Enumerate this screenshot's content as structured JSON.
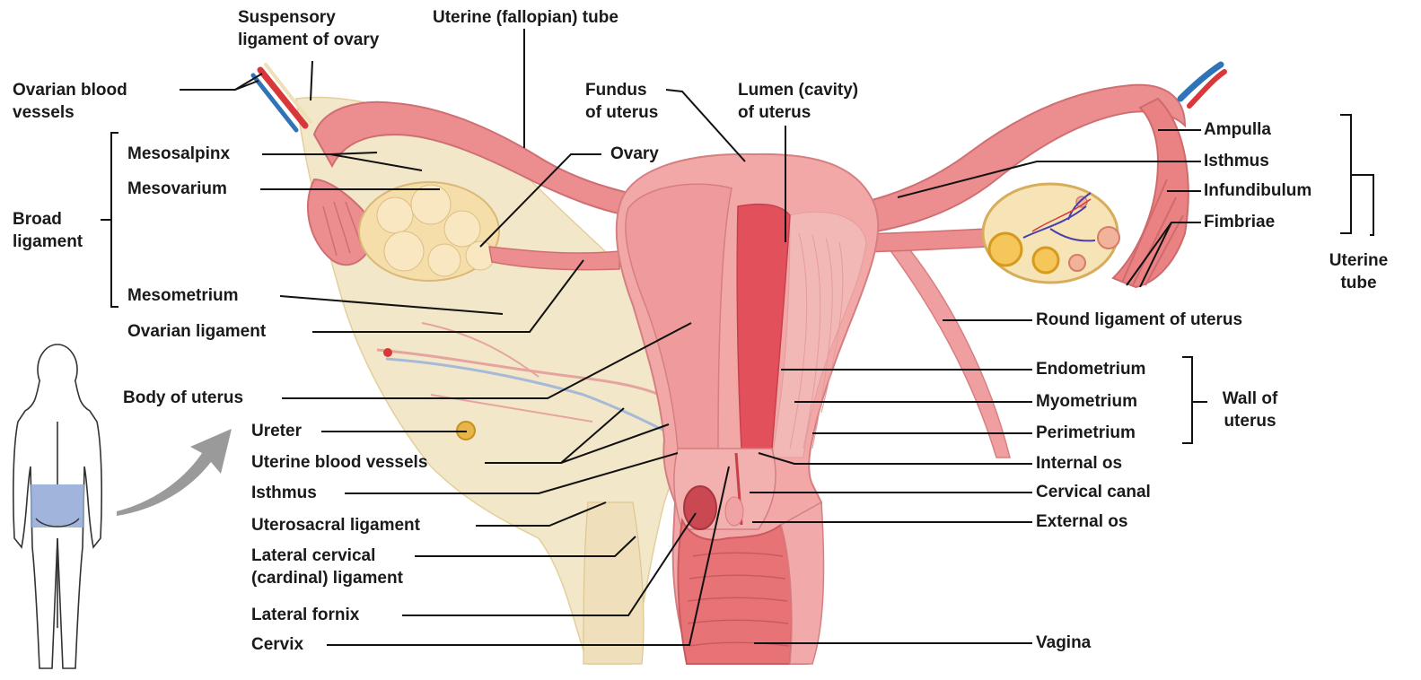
{
  "labels": {
    "suspensory_ligament": "Suspensory\nligament of ovary",
    "uterine_tube_top": "Uterine (fallopian) tube",
    "ovarian_blood_vessels": "Ovarian blood\nvessels",
    "fundus": "Fundus\nof uterus",
    "lumen": "Lumen (cavity)\nof uterus",
    "mesosalpinx": "Mesosalpinx",
    "ovary": "Ovary",
    "mesovarium": "Mesovarium",
    "broad_ligament": "Broad\nligament",
    "mesometrium": "Mesometrium",
    "ovarian_ligament": "Ovarian ligament",
    "body_of_uterus": "Body of uterus",
    "ureter": "Ureter",
    "uterine_blood_vessels": "Uterine blood vessels",
    "isthmus_left": "Isthmus",
    "uterosacral": "Uterosacral ligament",
    "lateral_cervical": "Lateral cervical\n(cardinal) ligament",
    "lateral_fornix": "Lateral fornix",
    "cervix": "Cervix",
    "ampulla": "Ampulla",
    "isthmus_right": "Isthmus",
    "infundibulum": "Infundibulum",
    "fimbriae": "Fimbriae",
    "uterine_tube_group": "Uterine\ntube",
    "round_ligament": "Round ligament of uterus",
    "endometrium": "Endometrium",
    "myometrium": "Myometrium",
    "perimetrium": "Perimetrium",
    "wall_of_uterus": "Wall of\nuterus",
    "internal_os": "Internal os",
    "cervical_canal": "Cervical canal",
    "external_os": "External os",
    "vagina": "Vagina"
  },
  "colors": {
    "uterus_pink": "#ec8d8f",
    "uterus_light": "#f3b3b1",
    "lumen_red": "#e2505c",
    "broad_ligament": "#f3e7c9",
    "ovary_yellow": "#f5deaa",
    "artery_red": "#d9383a",
    "vein_blue": "#2f74b6",
    "leader_line": "#111111",
    "inset_highlight": "#8fa7d6",
    "arrow_gray": "#9a9a9a"
  }
}
